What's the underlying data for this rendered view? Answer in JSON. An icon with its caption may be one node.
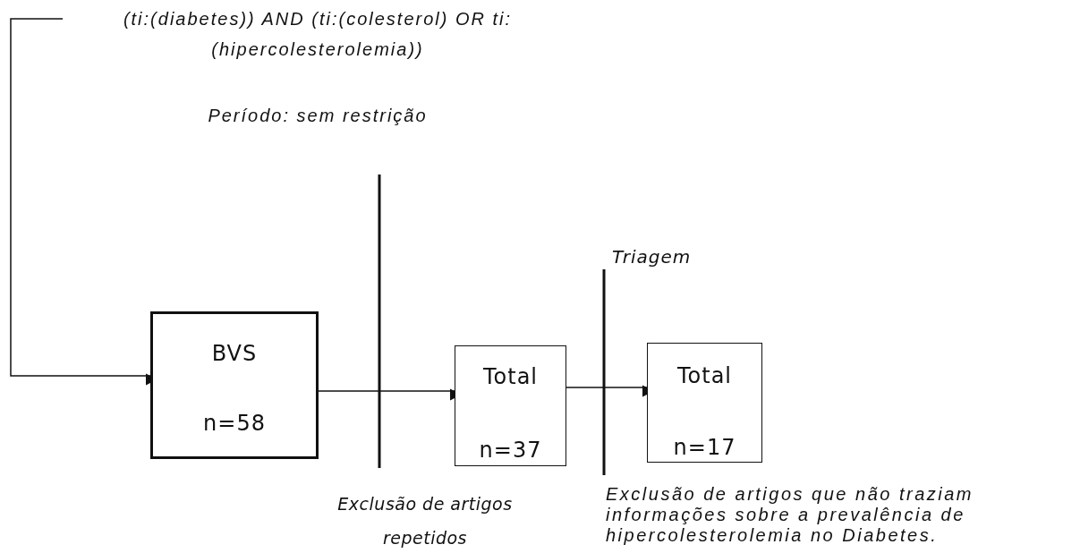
{
  "diagram": {
    "nodes": [
      {
        "text": [
          "(ti:(diabetes)) AND (ti:(colesterol) OR ti:(hipercolesterolemia))"
        ]
      },
      {
        "text": [
          "BVS",
          "n=58"
        ]
      },
      {
        "text": [
          "Total",
          "n=37"
        ]
      },
      {
        "text": [
          "Total",
          "n=17"
        ]
      }
    ],
    "edges": [
      {
        "from": 0,
        "to": 1,
        "arrow": "to"
      },
      {
        "from": 1,
        "to": 2,
        "arrow": "to"
      },
      {
        "from": 2,
        "to": 3,
        "arrow": "to"
      }
    ],
    "labels": [
      "Período: sem restrição",
      "Triagem",
      "Exclusão de artigos repetidos",
      "Exclusão de artigos que não traziam informações sobre a prevalência de hipercolesterolemia no Diabetes."
    ]
  }
}
